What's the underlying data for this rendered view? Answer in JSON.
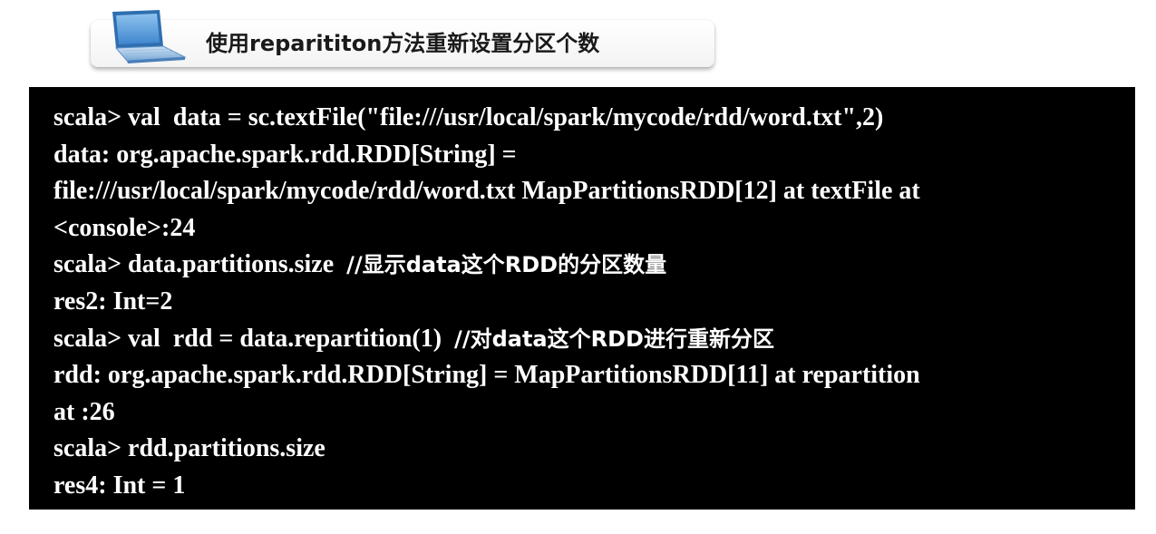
{
  "header": {
    "icon": "laptop-icon",
    "title": "使用reparititon方法重新设置分区个数"
  },
  "console": {
    "lines": [
      {
        "text": "scala> val  data = sc.textFile(\"file:///usr/local/spark/mycode/rdd/word.txt\",2)",
        "comment": ""
      },
      {
        "text": "data: org.apache.spark.rdd.RDD[String] =",
        "comment": ""
      },
      {
        "text": "file:///usr/local/spark/mycode/rdd/word.txt MapPartitionsRDD[12] at textFile at",
        "comment": ""
      },
      {
        "text": "<console>:24",
        "comment": ""
      },
      {
        "text": "scala> data.partitions.size  ",
        "comment": "//显示data这个RDD的分区数量"
      },
      {
        "text": "res2: Int=2",
        "comment": ""
      },
      {
        "text": "scala> val  rdd = data.repartition(1)  ",
        "comment": "//对data这个RDD进行重新分区"
      },
      {
        "text": "rdd: org.apache.spark.rdd.RDD[String] = MapPartitionsRDD[11] at repartition",
        "comment": ""
      },
      {
        "text": "at :26",
        "comment": ""
      },
      {
        "text": "scala> rdd.partitions.size",
        "comment": ""
      },
      {
        "text": "res4: Int = 1",
        "comment": ""
      }
    ]
  }
}
